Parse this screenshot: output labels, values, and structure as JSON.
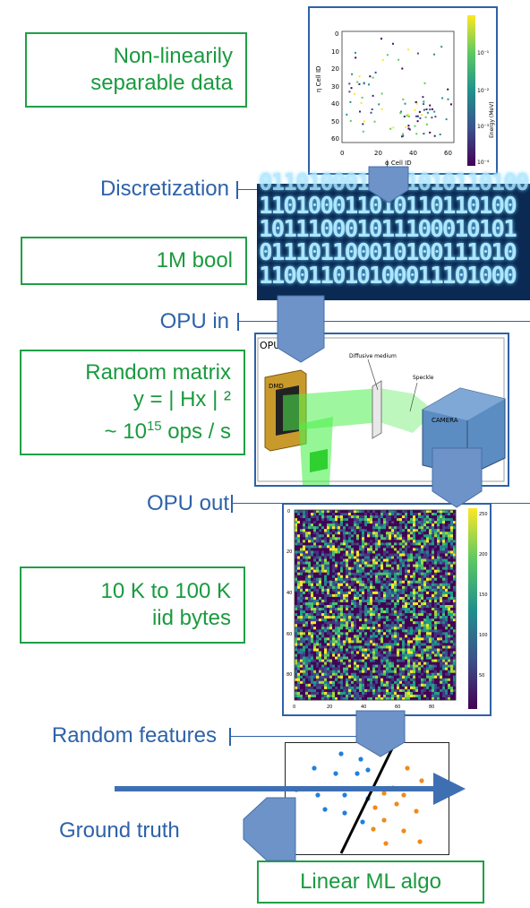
{
  "boxes": {
    "nonlinear": "Non-linearily\nseparable data",
    "bool": "1M bool",
    "random_matrix_title": "Random matrix",
    "random_matrix_eq": "y = | Hx | ²",
    "random_matrix_ops_prefix": "~ 10",
    "random_matrix_ops_exp": "15",
    "random_matrix_ops_suffix": " ops / s",
    "iid": "10 K to 100 K\niid bytes",
    "linear_ml": "Linear ML algo"
  },
  "labels": {
    "discretization": "Discretization",
    "opu_in": "OPU in",
    "opu_out": "OPU out",
    "random_features": "Random features",
    "ground_truth": "Ground truth"
  },
  "binary_rows": [
    "110100011010110110100",
    "101110001011100010101",
    "011101100010100111010",
    "110011010100011101000"
  ],
  "binary_top_row": "0110100011101010110100",
  "calorimeter": {
    "xlabel": "ϕ Cell ID",
    "ylabel": "η Cell ID",
    "colorbar_label": "Energy (MeV)",
    "xticks": [
      "0",
      "20",
      "40",
      "60"
    ],
    "yticks": [
      "0",
      "10",
      "20",
      "30",
      "40",
      "50",
      "60"
    ],
    "cbar_ticks": [
      "10⁻¹",
      "10⁻²",
      "10⁻³",
      "10⁻⁴"
    ]
  },
  "opu_diagram": {
    "title": "OPU",
    "dmd": "DMD",
    "diffusive": "Diffusive medium",
    "speckle": "Speckle",
    "camera": "CAMERA"
  },
  "speckle_plot": {
    "xticks": [
      "0",
      "20",
      "40",
      "60",
      "80"
    ],
    "yticks": [
      "0",
      "20",
      "40",
      "60",
      "80"
    ],
    "cbar_ticks": [
      "250",
      "200",
      "150",
      "100",
      "50"
    ]
  },
  "colors": {
    "green": "#1fa045",
    "blue": "#2e62a8",
    "arrow": "#6d93c9",
    "orange": "#f08a1c",
    "points_blue": "#1f7fe0"
  }
}
